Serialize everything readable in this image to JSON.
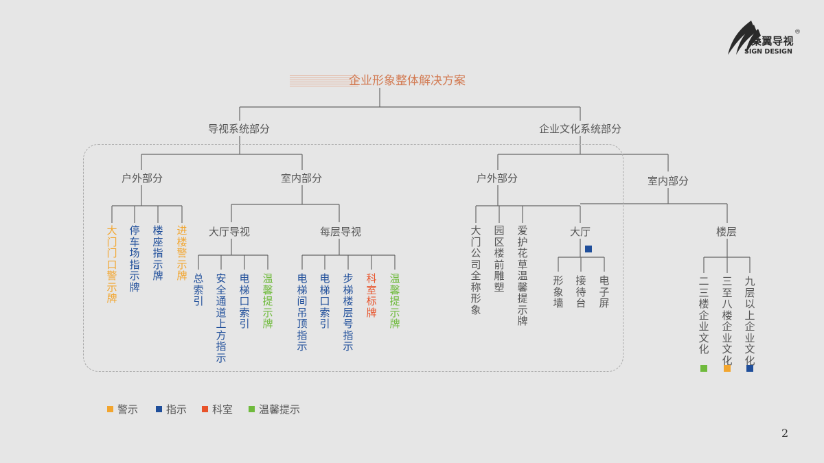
{
  "title": "企业形象整体解决方案",
  "brand": {
    "name": "桑翼导视",
    "subtitle": "SIGN DESIGN",
    "reg": "®"
  },
  "page_number": "2",
  "colors": {
    "warning": "#f2a52e",
    "guide": "#1f4e9a",
    "room": "#e8532a",
    "reminder": "#6fba3c",
    "gray": "#555555",
    "accent_title": "#d27a52"
  },
  "legend": [
    {
      "label": "警示",
      "color": "#f2a52e"
    },
    {
      "label": "指示",
      "color": "#1f4e9a"
    },
    {
      "label": "科室",
      "color": "#e8532a"
    },
    {
      "label": "温馨提示",
      "color": "#6fba3c"
    }
  ],
  "tree": {
    "guide_system": {
      "label": "导视系统部分",
      "outdoor": {
        "label": "户外部分",
        "items": [
          {
            "text": "大门门口警示牌",
            "category": "warning"
          },
          {
            "text": "停车场指示牌",
            "category": "guide"
          },
          {
            "text": "楼座指示牌",
            "category": "guide"
          },
          {
            "text": "进楼警示牌",
            "category": "warning"
          }
        ]
      },
      "indoor": {
        "label": "室内部分",
        "lobby": {
          "label": "大厅导视",
          "items": [
            {
              "text": "总索引",
              "category": "guide"
            },
            {
              "text": "安全通道上方指示",
              "category": "guide"
            },
            {
              "text": "电梯口索引",
              "category": "guide"
            },
            {
              "text": "温馨提示牌",
              "category": "reminder"
            }
          ]
        },
        "floor": {
          "label": "每层导视",
          "items": [
            {
              "text": "电梯间吊顶指示",
              "category": "guide"
            },
            {
              "text": "电梯口索引",
              "category": "guide"
            },
            {
              "text": "步梯楼层号指示",
              "category": "guide"
            },
            {
              "text": "科室标牌",
              "category": "room"
            },
            {
              "text": "温馨提示牌",
              "category": "reminder"
            }
          ]
        }
      }
    },
    "culture_system": {
      "label": "企业文化系统部分",
      "outdoor": {
        "label": "户外部分",
        "items": [
          {
            "text": "大门公司全称形象"
          },
          {
            "text": "园区楼前雕塑"
          },
          {
            "text": "爱护花草温馨提示牌"
          }
        ],
        "hall": {
          "label": "大厅",
          "marker": "guide",
          "items": [
            {
              "text": "形象墙"
            },
            {
              "text": "接待台"
            },
            {
              "text": "电子屏"
            }
          ]
        }
      },
      "indoor": {
        "label": "室内部分",
        "floors": {
          "label": "楼层",
          "items": [
            {
              "text": "二三楼企业文化",
              "marker": "reminder"
            },
            {
              "text": "三至八楼企业文化",
              "marker": "warning"
            },
            {
              "text": "九层以上企业文化",
              "marker": "guide"
            }
          ]
        }
      }
    }
  }
}
